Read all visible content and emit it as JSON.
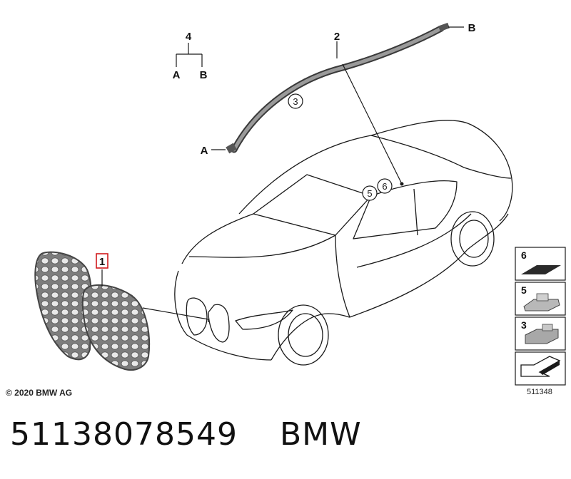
{
  "callouts": {
    "c1": "1",
    "c2": "2",
    "c3": "3",
    "c4": "4",
    "c5": "5",
    "c6": "6",
    "a_top": "A",
    "b_top": "B",
    "a_left": "A",
    "b_right": "B"
  },
  "legend": {
    "item6": "6",
    "item5": "5",
    "item3": "3"
  },
  "copyright": "© 2020 BMW AG",
  "diagram_number": "511348",
  "footer": {
    "part_number": "51138078549",
    "brand": "BMW"
  },
  "colors": {
    "line": "#1a1a1a",
    "highlight": "#d0191c",
    "part_gray": "#8a8a8a"
  }
}
